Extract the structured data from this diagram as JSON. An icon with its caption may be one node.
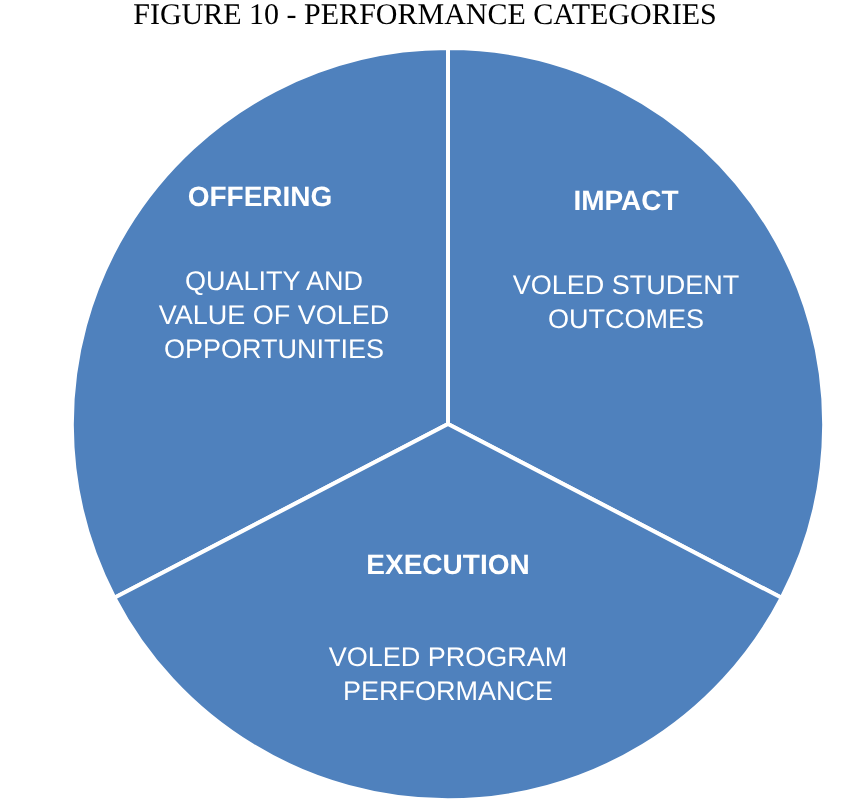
{
  "diagram": {
    "title": "FIGURE 10 - PERFORMANCE CATEGORIES",
    "nodes": [
      {
        "text": [
          "OFFERING",
          "QUALITY AND VALUE OF VOLED OPPORTUNITIES"
        ]
      },
      {
        "text": [
          "IMPACT",
          "VOLED STUDENT OUTCOMES"
        ]
      },
      {
        "text": [
          "EXECUTION",
          "VOLED PROGRAM PERFORMANCE"
        ]
      }
    ]
  }
}
